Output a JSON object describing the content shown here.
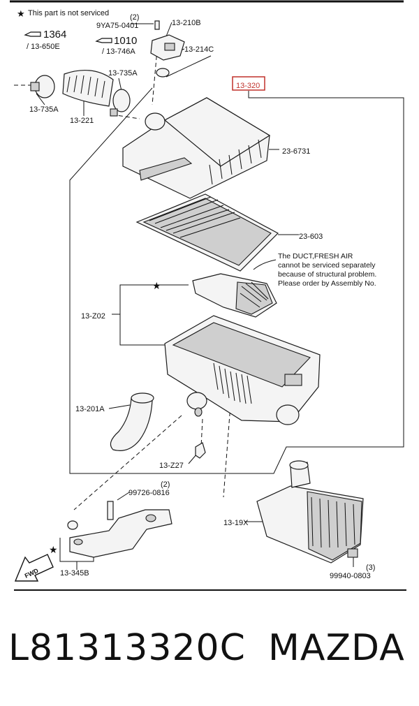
{
  "legend": {
    "star_note": "This part is not serviced"
  },
  "refs": {
    "ref1364": {
      "main": "1364",
      "sub": "/ 13-650E"
    },
    "ref1010": {
      "main": "1010",
      "sub": "/ 13-746A"
    }
  },
  "labels": {
    "p9ya75": "9YA75-0401",
    "p9ya75_qty": "(2)",
    "p13_210b": "13-210B",
    "p13_214c": "13-214C",
    "p13_735a_top": "13-735A",
    "p13_735a_left": "13-735A",
    "p13_221": "13-221",
    "p13_320": "13-320",
    "p23_6731": "23-6731",
    "p23_603": "23-603",
    "p13_z02": "13-Z02",
    "p13_201a": "13-201A",
    "p13_z27": "13-Z27",
    "p99726": "99726-0816",
    "p99726_qty": "(2)",
    "p13_19x": "13-19X",
    "p99940": "99940-0803",
    "p99940_qty": "(3)",
    "p13_345b": "13-345B",
    "fwd": "FWD"
  },
  "note": {
    "line1": "The DUCT,FRESH AIR",
    "line2": "cannot be serviced separately",
    "line3": "because of structural problem.",
    "line4": "Please order by Assembly No."
  },
  "footer": {
    "part_number": "L81313320C",
    "brand": "MAZDA"
  },
  "colors": {
    "highlight": "#c0302a",
    "ink": "#111111"
  }
}
